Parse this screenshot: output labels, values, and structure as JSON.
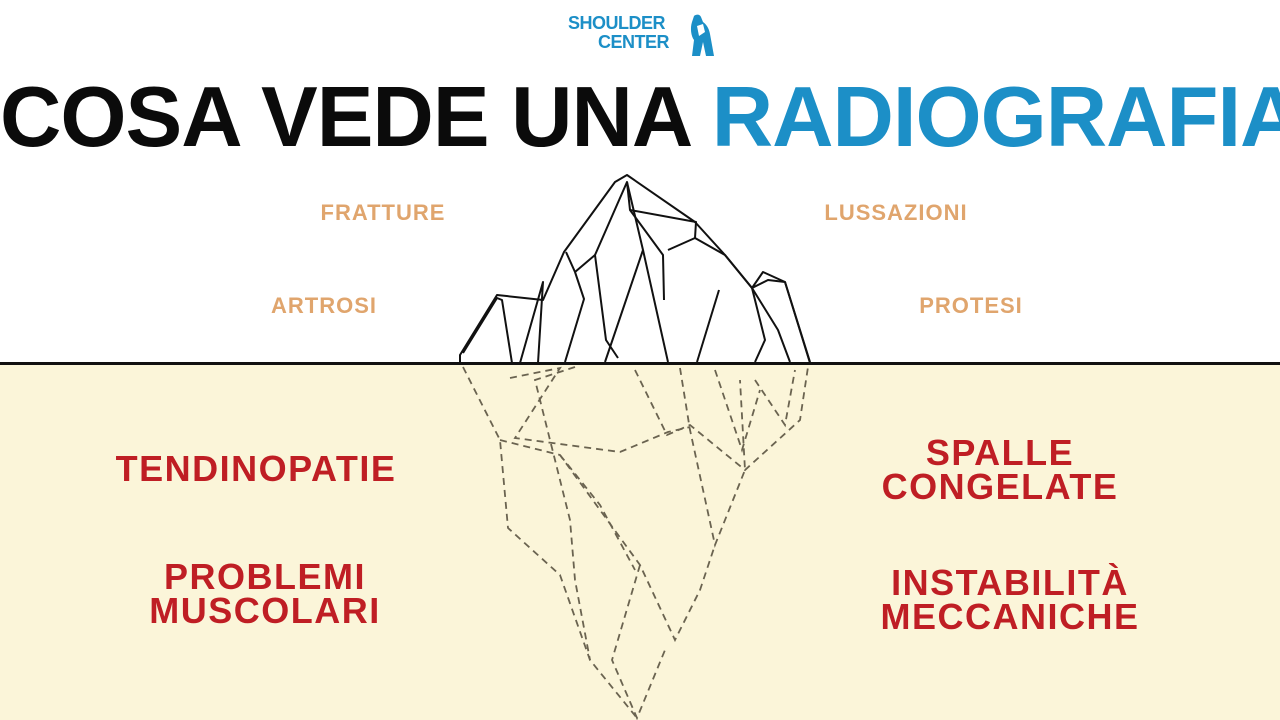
{
  "logo": {
    "line1": "SHOULDER",
    "line2": "CENTER",
    "icon": "shoulder-figure-icon",
    "color": "#1c8fc7"
  },
  "headline": {
    "part1": "COSA VEDE UNA ",
    "part2": "RADIOGRAFIA",
    "color_dark": "#0b0b0b",
    "color_accent": "#1c8fc7"
  },
  "above_water": {
    "color": "#e0a56d",
    "items": [
      "FRATTURE",
      "LUSSAZIONI",
      "ARTROSI",
      "PROTESI"
    ]
  },
  "below_water": {
    "color": "#bf1e24",
    "items": [
      [
        "TENDINOPATIE"
      ],
      [
        "SPALLE",
        "CONGELATE"
      ],
      [
        "PROBLEMI",
        "MUSCOLARI"
      ],
      [
        "INSTABILITÀ",
        "MECCANICHE"
      ]
    ]
  },
  "colors": {
    "water": "#fbf5d9",
    "waterline": "#111111",
    "iceberg_stroke": "#111111",
    "submerged_stroke": "#6a6350"
  }
}
